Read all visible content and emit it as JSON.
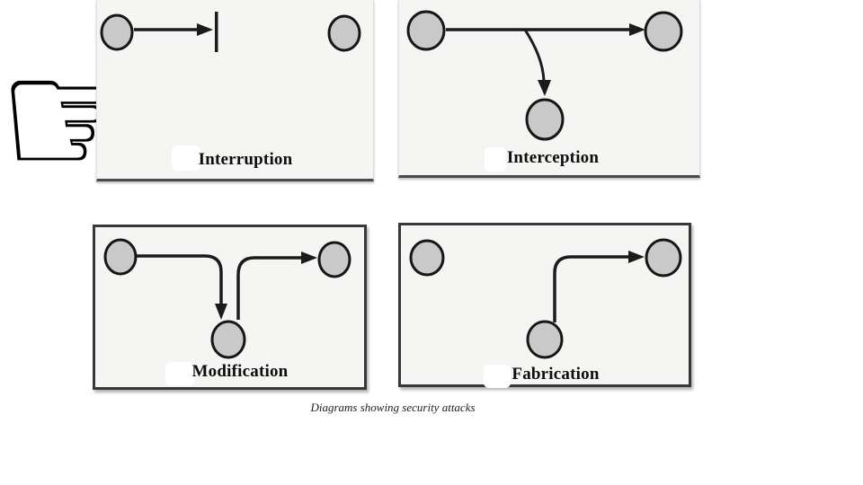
{
  "page": {
    "caption": "Diagrams showing security attacks"
  },
  "hand": {
    "glyph": "☞"
  },
  "panels": {
    "interruption": {
      "label": "Interruption"
    },
    "interception": {
      "label": "Interception"
    },
    "modification": {
      "label": "Modification"
    },
    "fabrication": {
      "label": "Fabrication"
    }
  },
  "colors": {
    "panel_bg": "#f5f5f4",
    "node_fill": "#c9c9c9",
    "node_stroke": "#161616",
    "line": "#1b1b1b",
    "panel_border_dark": "#3a3a3a",
    "caption_color": "#222222"
  }
}
